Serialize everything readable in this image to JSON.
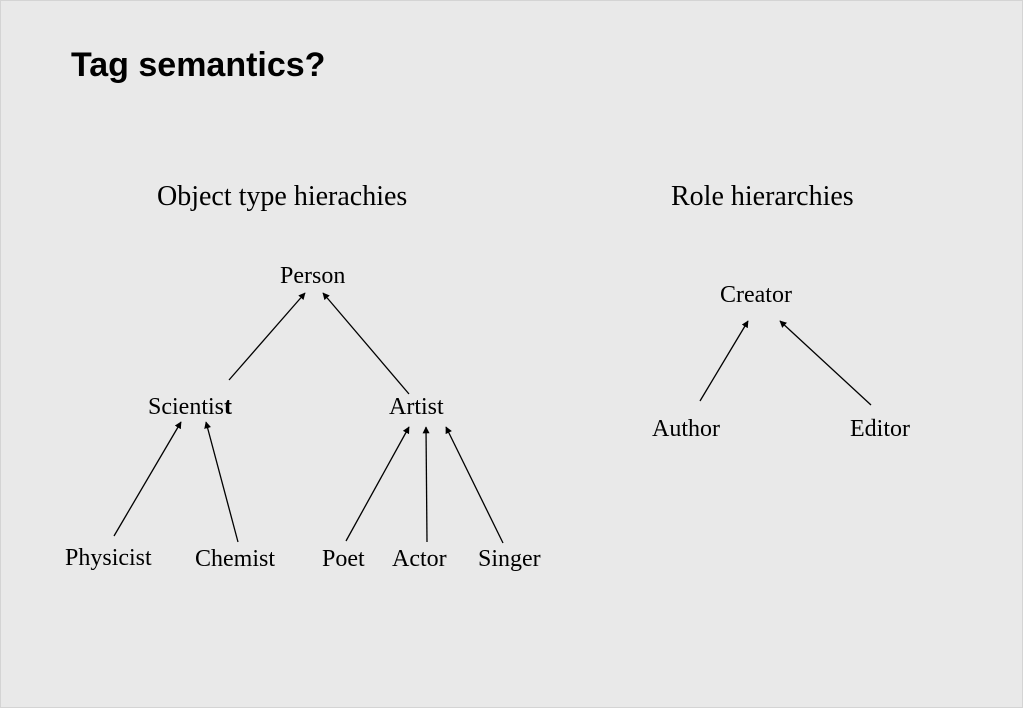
{
  "title": "Tag semantics?",
  "object_hierarchy": {
    "heading": "Object type hierachies",
    "nodes": {
      "person": "Person",
      "scientist": "Scientis",
      "scientist_last_letter": "t",
      "artist": "Artist",
      "physicist": "Physicist",
      "chemist": "Chemist",
      "poet": "Poet",
      "actor": "Actor",
      "singer": "Singer"
    }
  },
  "role_hierarchy": {
    "heading": "Role hierarchies",
    "nodes": {
      "creator": "Creator",
      "author": "Author",
      "editor": "Editor"
    }
  },
  "edges": [
    {
      "from": "scientist",
      "to": "person"
    },
    {
      "from": "artist",
      "to": "person"
    },
    {
      "from": "physicist",
      "to": "scientist"
    },
    {
      "from": "chemist",
      "to": "scientist"
    },
    {
      "from": "poet",
      "to": "artist"
    },
    {
      "from": "actor",
      "to": "artist"
    },
    {
      "from": "singer",
      "to": "artist"
    },
    {
      "from": "author",
      "to": "creator"
    },
    {
      "from": "editor",
      "to": "creator"
    }
  ]
}
